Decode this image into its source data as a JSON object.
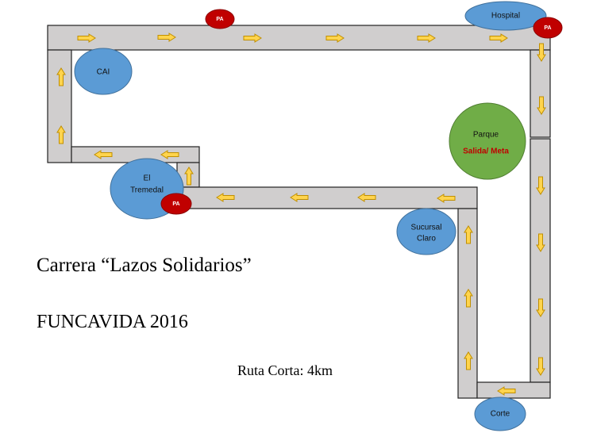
{
  "title": "Carrera “Lazos Solidarios”",
  "organization": "FUNCAVIDA 2016",
  "route_label": "Ruta Corta: 4km",
  "landmarks": {
    "cai": "CAI",
    "hospital": "Hospital",
    "parque": "Parque",
    "salida_meta": "Salida/ Meta",
    "tremedal_line1": "El",
    "tremedal_line2": "Tremedal",
    "sucursal_line1": "Sucursal",
    "sucursal_line2": "Claro",
    "corte": "Corte"
  },
  "aid_station_label": "PA",
  "colors": {
    "road": "#d0cece",
    "arrow": "#ffd44d",
    "landmark": "#5b9bd5",
    "start_finish": "#70ad47",
    "aid_station": "#c00000",
    "start_finish_text": "#c00000"
  }
}
